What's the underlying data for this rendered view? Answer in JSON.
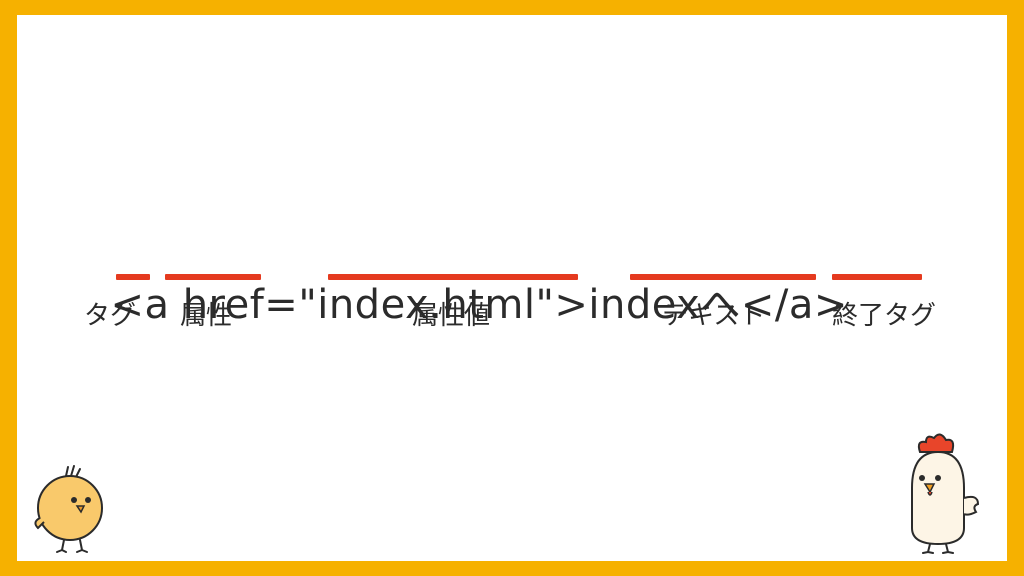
{
  "code": {
    "segments": [
      {
        "key": "open",
        "text": "<"
      },
      {
        "key": "tag",
        "text": "a"
      },
      {
        "key": "sp",
        "text": " "
      },
      {
        "key": "attr",
        "text": "href"
      },
      {
        "key": "eq",
        "text": "="
      },
      {
        "key": "value",
        "text": "\"index.html\""
      },
      {
        "key": "close",
        "text": ">"
      },
      {
        "key": "text",
        "text": "indexへ"
      },
      {
        "key": "endtag",
        "text": "</a>"
      }
    ]
  },
  "labels": {
    "tag": "タグ",
    "attribute": "属性",
    "attribute_value": "属性値",
    "text": "テキスト",
    "end_tag": "終了タグ"
  },
  "colors": {
    "frame": "#f6b100",
    "underline": "#e53a1f",
    "text": "#2b2b2b"
  },
  "icons": {
    "left": "chick-icon",
    "right": "chicken-icon"
  }
}
